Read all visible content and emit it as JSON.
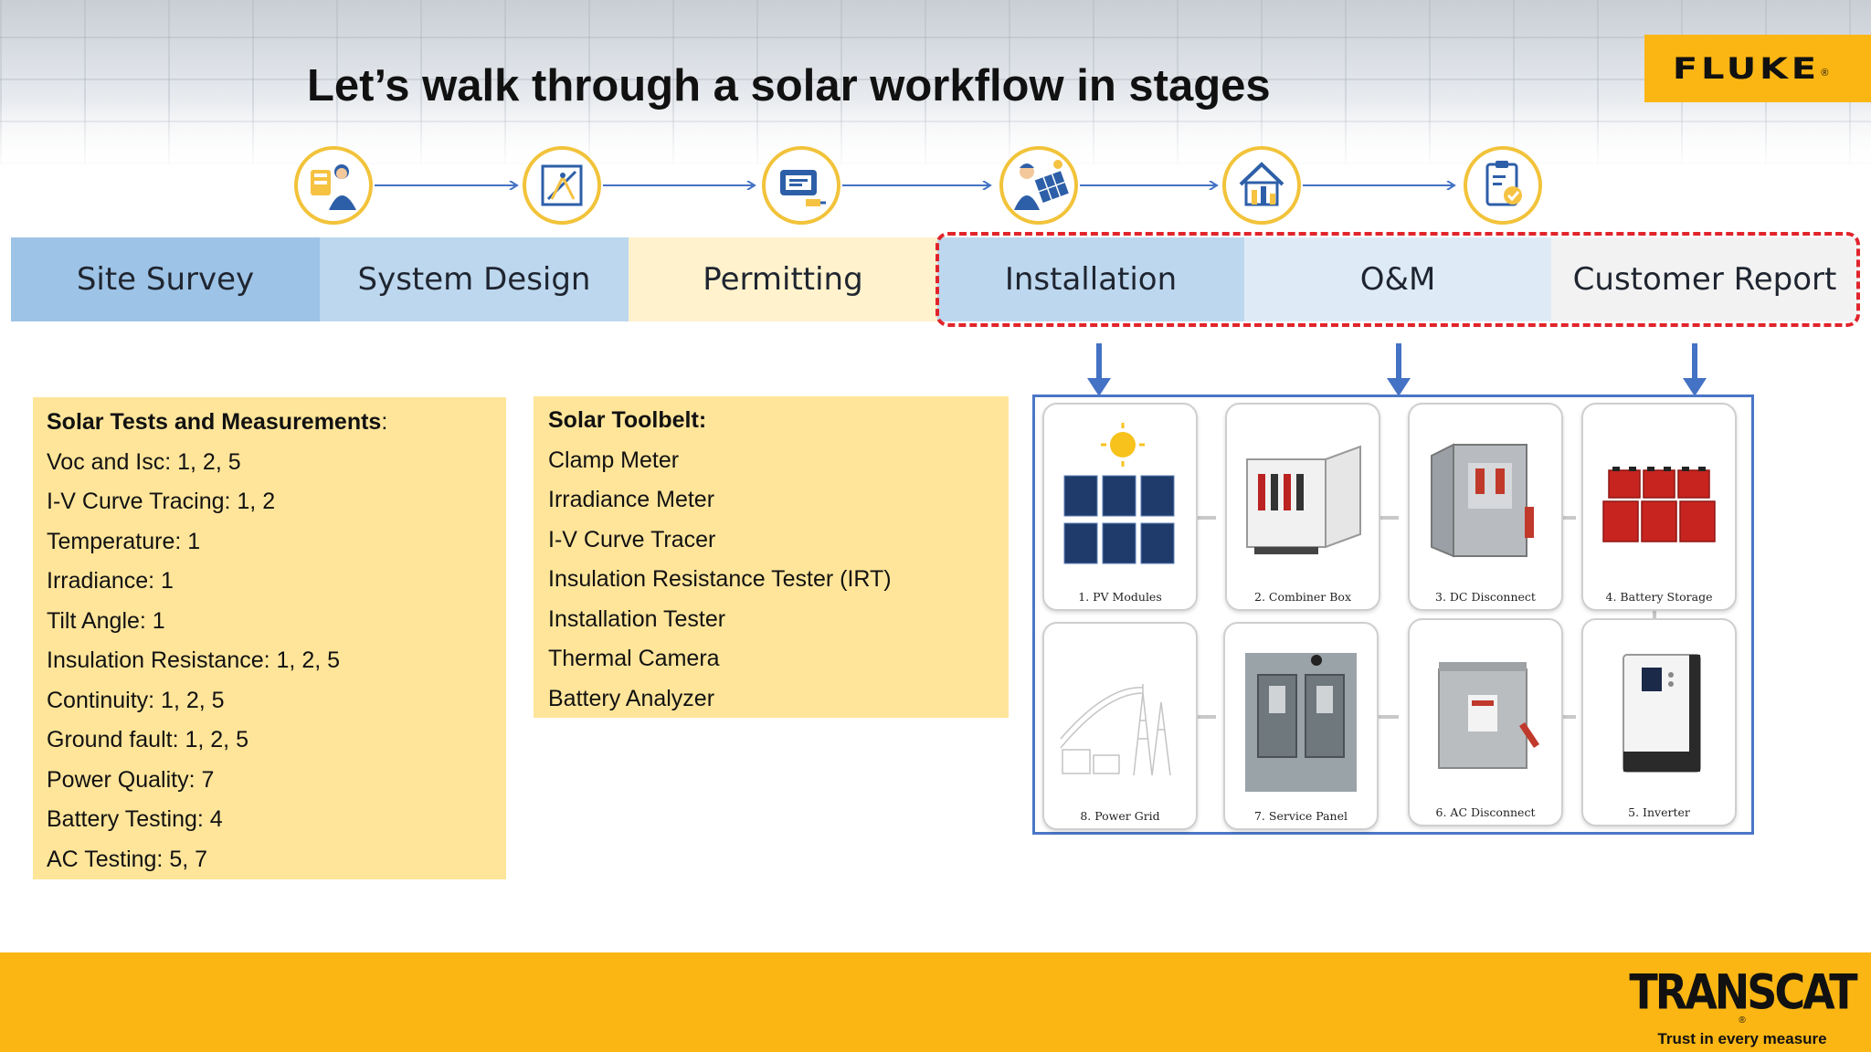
{
  "header": {
    "title": "Let’s walk through a solar workflow in stages",
    "brand_logo": "FLUKE",
    "brand_logo_mark": "®"
  },
  "workflow": {
    "icons": [
      "site-survey-icon",
      "system-design-icon",
      "permitting-icon",
      "installation-icon",
      "operations-maintenance-icon",
      "customer-report-icon"
    ],
    "stages": [
      {
        "label": "Site Survey",
        "color": "#9dc3e6"
      },
      {
        "label": "System Design",
        "color": "#bdd7ee"
      },
      {
        "label": "Permitting",
        "color": "#fff2cc"
      },
      {
        "label": "Installation",
        "color": "#bdd7ee"
      },
      {
        "label": "O&M",
        "color": "#deebf7"
      },
      {
        "label": "Customer Report",
        "color": "#f2f2f2"
      }
    ],
    "highlight_color": "#e1242b",
    "arrow_color": "#4472c4"
  },
  "tests": {
    "heading": "Solar Tests and Measurements",
    "heading_suffix": ":",
    "items": [
      "Voc and Isc: 1, 2, 5",
      "I-V Curve Tracing: 1, 2",
      "Temperature: 1",
      "Irradiance: 1",
      "Tilt Angle: 1",
      "Insulation Resistance: 1, 2, 5",
      "Continuity: 1, 2, 5",
      "Ground fault: 1, 2, 5",
      "Power Quality: 7",
      "Battery Testing: 4",
      "AC Testing: 5, 7"
    ]
  },
  "toolbelt": {
    "heading": "Solar Toolbelt:",
    "items": [
      "Clamp Meter",
      "Irradiance Meter",
      "I-V Curve Tracer",
      "Insulation Resistance Tester (IRT)",
      "Installation Tester",
      "Thermal Camera",
      "Battery Analyzer"
    ]
  },
  "components": [
    {
      "caption": "1. PV Modules",
      "icon": "pv-modules-icon"
    },
    {
      "caption": "2. Combiner Box",
      "icon": "combiner-box-icon"
    },
    {
      "caption": "3. DC Disconnect",
      "icon": "dc-disconnect-icon"
    },
    {
      "caption": "4. Battery Storage",
      "icon": "battery-storage-icon"
    },
    {
      "caption": "8. Power Grid",
      "icon": "power-grid-icon"
    },
    {
      "caption": "7. Service Panel",
      "icon": "service-panel-icon"
    },
    {
      "caption": "6. AC Disconnect",
      "icon": "ac-disconnect-icon"
    },
    {
      "caption": "5. Inverter",
      "icon": "inverter-icon"
    }
  ],
  "footer": {
    "brand": "TRANSCAT",
    "brand_mark": "®",
    "tagline": "Trust in every measure",
    "color": "#fbb614"
  }
}
